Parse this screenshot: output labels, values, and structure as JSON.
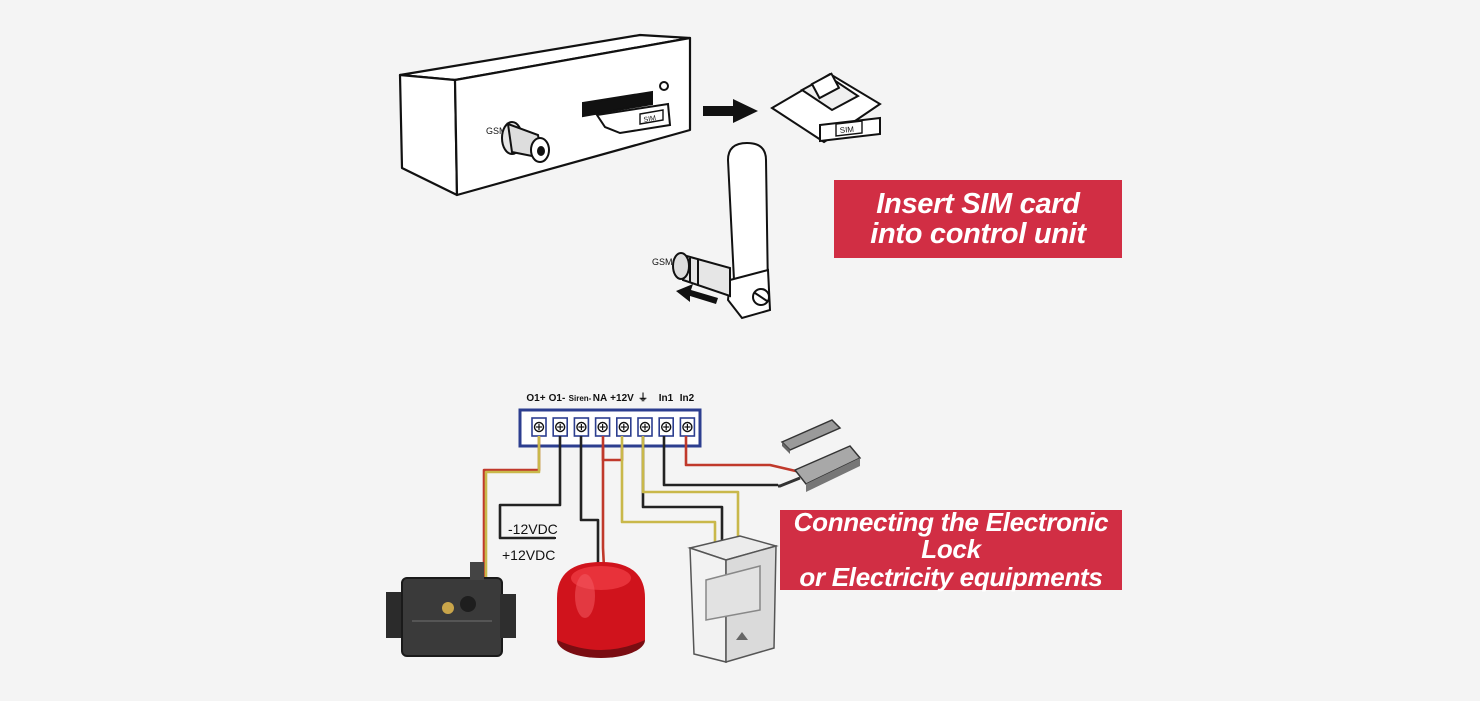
{
  "banners": {
    "sim": [
      "Insert SIM card",
      "into control unit"
    ],
    "lock": [
      "Connecting the Electronic Lock",
      "or Electricity equipments"
    ]
  },
  "control_unit": {
    "antenna_port_label": "GSM",
    "slot_label": "SIM"
  },
  "sim_card": {
    "label": "SIM"
  },
  "antenna": {
    "port_label": "GSM"
  },
  "terminal_block": {
    "labels": [
      "O1+",
      "O1-",
      "Siren-",
      "NA",
      "+12V",
      "⏚",
      "In1",
      "In2"
    ]
  },
  "power_labels": {
    "negative": "-12VDC",
    "positive": "+12VDC"
  },
  "colors": {
    "banner": "#d12e44",
    "wire_red": "#c0392b",
    "wire_yellow": "#c9b84a",
    "wire_black": "#222222",
    "terminal_blue": "#2c3e8f"
  }
}
